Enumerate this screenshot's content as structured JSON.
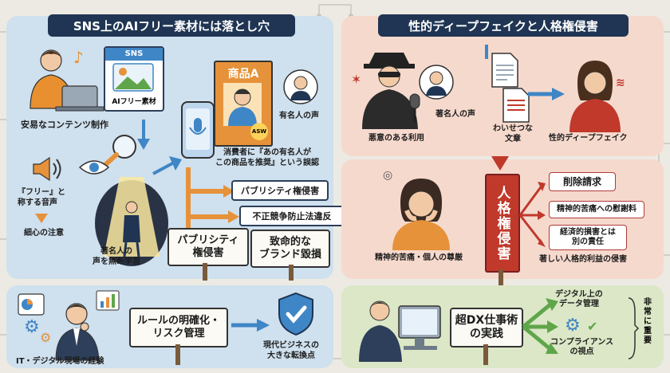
{
  "left": {
    "title": "SNS上のAIフリー素材には落とし穴",
    "sns_card": {
      "header": "SNS",
      "caption": "AIフリー素材"
    },
    "cheap_content": "安易なコンテンツ制作",
    "free_voice": "『フリー』と\n称する音声",
    "caution": "細心の注意",
    "famous_voice": "著名人の\n声を無断学習",
    "product_label": "商品A",
    "product_tag": "ASW",
    "celebrity_voice": "有名人の声",
    "consumer_misunderstanding": "消費者に『あの有名人が\nこの商品を推奨』という誤認",
    "publicity_right": "パブリシティ権侵害",
    "unfair_competition": "不正競争防止法違反",
    "sign_publicity": "パブリシティ\n権侵害",
    "sign_brand": "致命的な\nブランド毀損"
  },
  "bottom_left": {
    "it_experience": "IT・デジタル現場の経験",
    "rule_sign": "ルールの明確化・\nリスク管理",
    "turning_point": "現代ビジネスの\n大きな転換点"
  },
  "right": {
    "title": "性的ディープフェイクと人格権侵害",
    "malicious_use": "悪意のある利用",
    "famous_voice": "著名人の声",
    "obscene_text": "わいせつな\n文章",
    "sexual_deepfake": "性的ディープフェイク",
    "distress": "精神的苦痛・個人の尊厳",
    "personality_violation": "人格権侵害",
    "deletion_request": "削除請求",
    "consolation": "精神的苦痛への慰謝料",
    "economic_damage": "経済的損害とは\n別の責任",
    "serious_violation": "著しい人格的利益の侵害"
  },
  "bottom_right": {
    "super_dx": "超DX仕事術\nの実践",
    "data_mgmt": "デジタル上の\nデータ管理",
    "compliance": "コンプライアンス\nの視点",
    "very_important": "非常に重要"
  },
  "colors": {
    "navy": "#1f3553",
    "blue_panel": "#cfe0ee",
    "peach_panel": "#f6d9cd",
    "green_panel": "#dbe7c6",
    "accent_blue": "#3f86c6",
    "accent_red": "#c0392b",
    "accent_green": "#5fa64a",
    "accent_orange": "#e6923a"
  },
  "icons": [
    "music-note-icon",
    "laptop-icon",
    "magnifier-icon",
    "speaker-icon",
    "eye-icon",
    "smartphone-icon",
    "shield-check-icon",
    "chart-icon",
    "gear-icon",
    "microphone-icon",
    "document-icon",
    "alert-icon",
    "computer-icon"
  ]
}
